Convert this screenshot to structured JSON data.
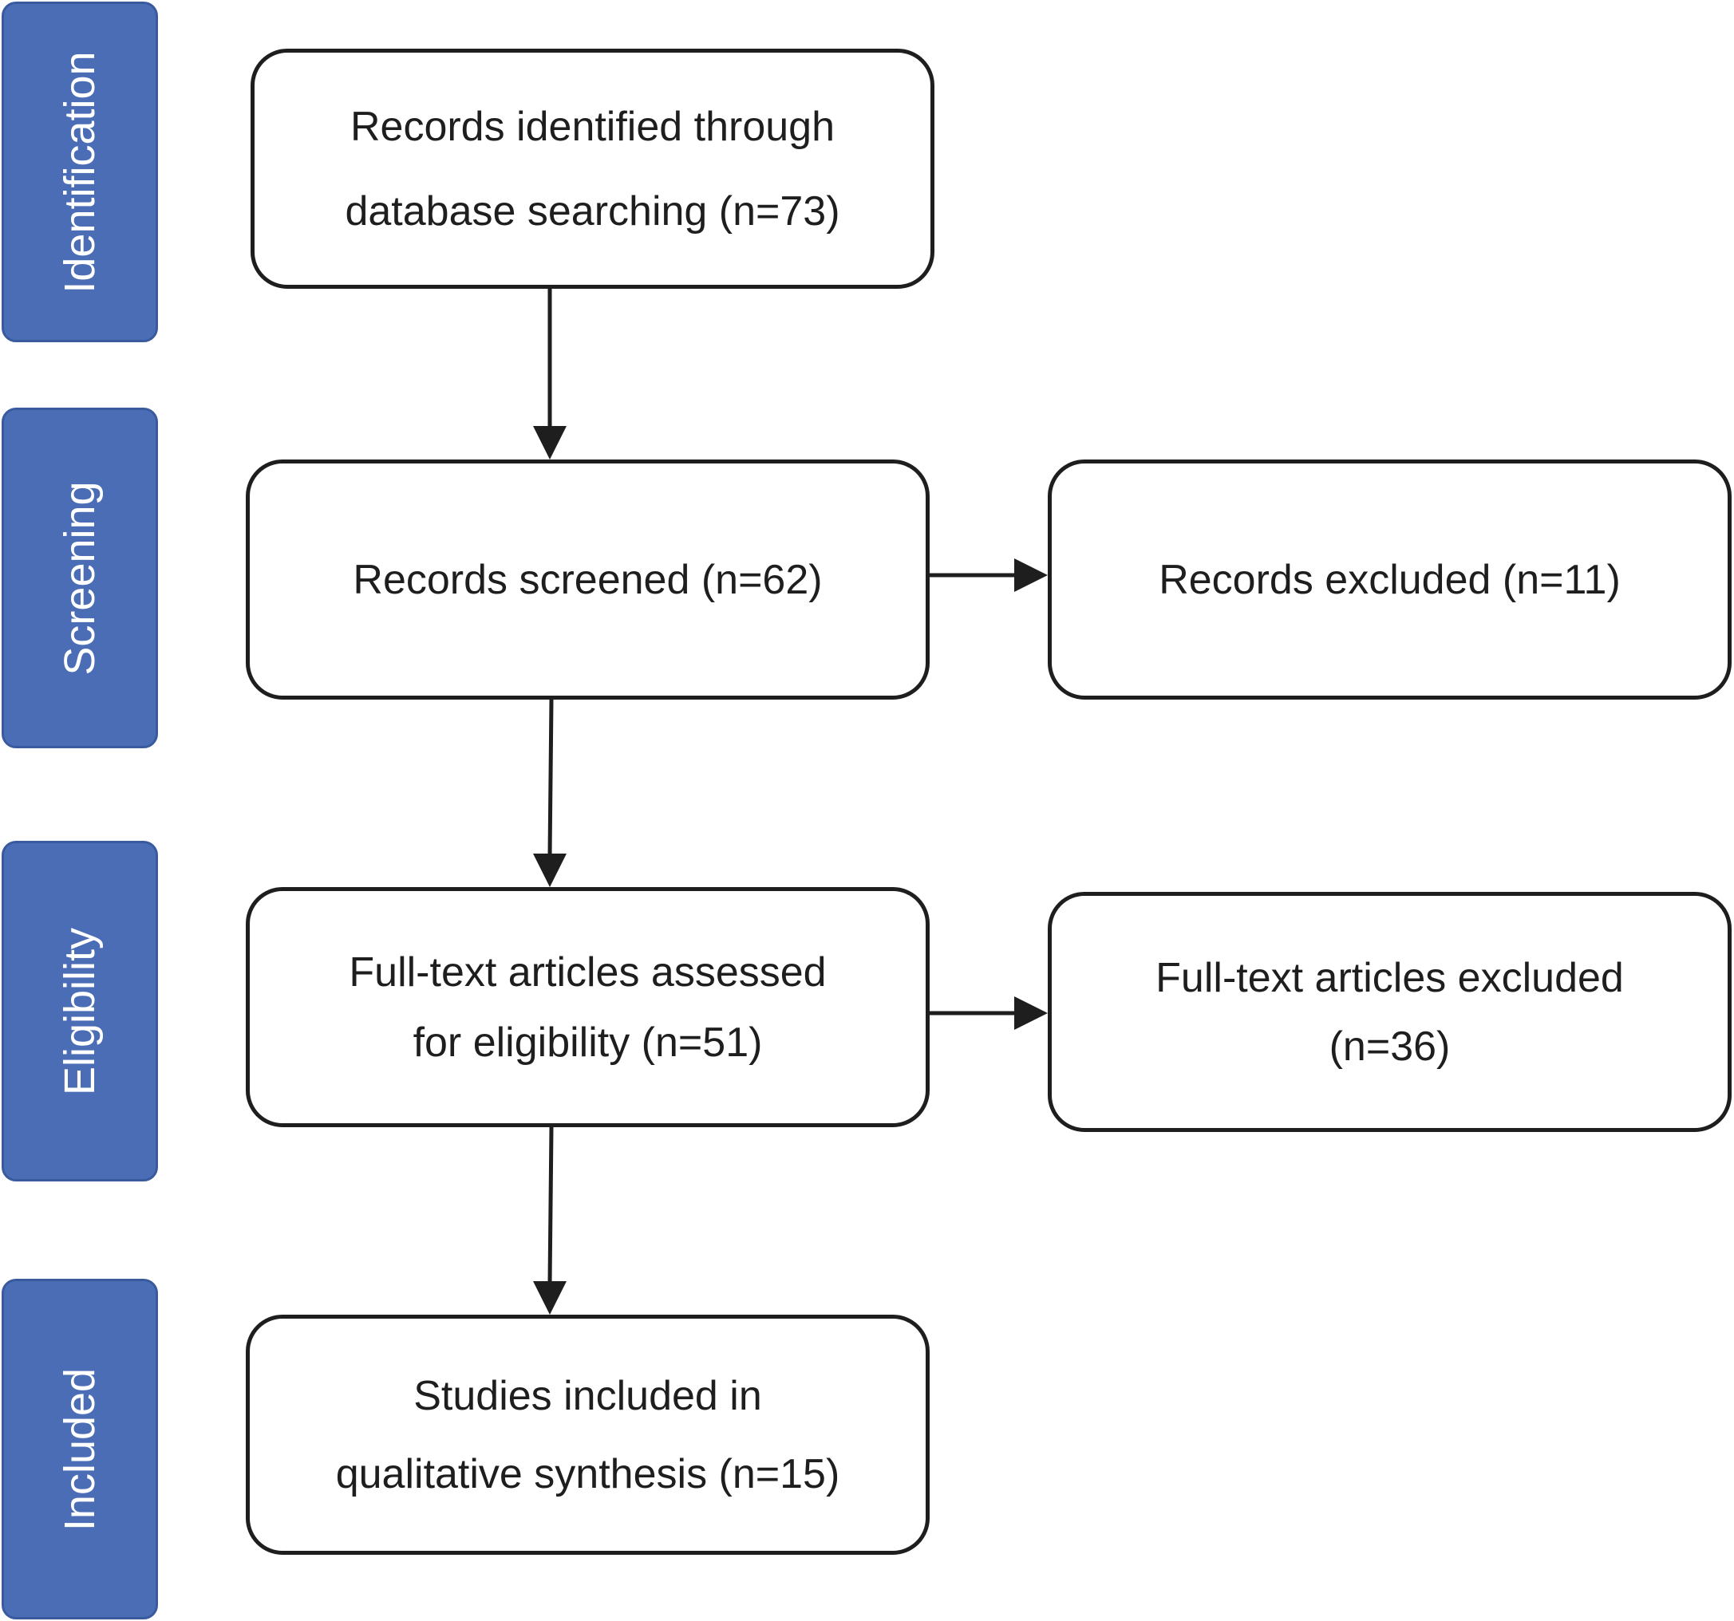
{
  "stages": {
    "identification": "Identification",
    "screening": "Screening",
    "eligibility": "Eligibility",
    "included": "Included"
  },
  "boxes": {
    "records_identified": {
      "line1": "Records identified through",
      "line2": "database searching (n=73)"
    },
    "records_screened": {
      "line1": "Records screened (n=62)"
    },
    "records_excluded": {
      "line1": "Records excluded (n=11)"
    },
    "fulltext_assessed": {
      "line1": "Full-text articles assessed",
      "line2": "for eligibility (n=51)"
    },
    "fulltext_excluded": {
      "line1": "Full-text articles excluded",
      "line2": "(n=36)"
    },
    "studies_included": {
      "line1": "Studies included in",
      "line2": "qualitative synthesis (n=15)"
    }
  },
  "colors": {
    "stage_fill": "#4a6db5",
    "stage_border": "#3a5a9e",
    "box_border": "#1e1e1e",
    "arrow": "#1e1e1e"
  }
}
